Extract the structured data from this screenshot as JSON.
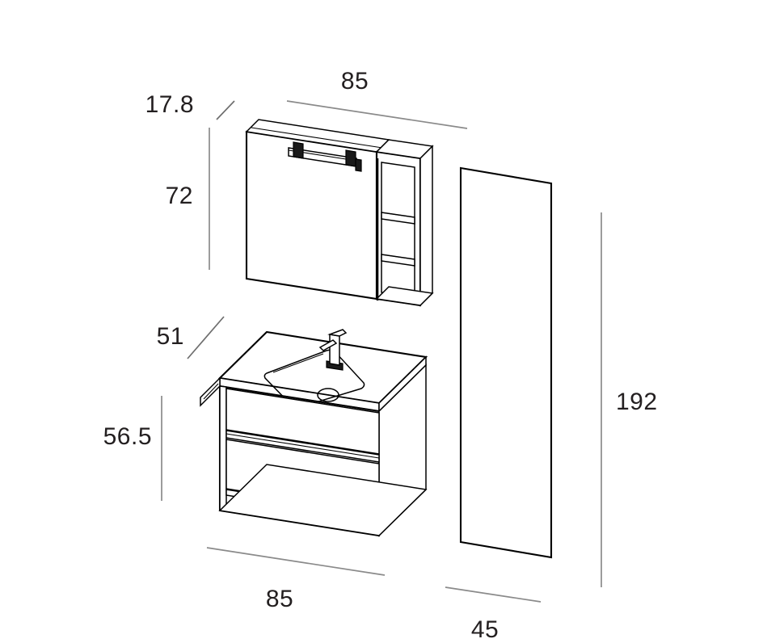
{
  "drawing": {
    "title": "Bathroom Furniture Set Dimension Drawing",
    "units": "cm",
    "projection": "oblique",
    "background_color": "#ffffff",
    "line_color": "#000000",
    "dimension_line_color": "#8a8a8a",
    "text_color": "#231f20"
  },
  "dimensions": {
    "mirror_cabinet_depth": "17.8",
    "mirror_cabinet_height": "72",
    "mirror_cabinet_width": "85",
    "vanity_depth": "51",
    "vanity_height": "56.5",
    "vanity_width": "85",
    "column_height": "192",
    "column_width": "45"
  },
  "components": {
    "mirror_cabinet": {
      "name": "Mirror cabinet with shelf unit",
      "features": [
        "mirror-door",
        "led-light-bar",
        "open-shelf-unit",
        "three-compartments"
      ]
    },
    "vanity_unit": {
      "name": "Wall-hung vanity unit with basin",
      "features": [
        "integrated-basin",
        "faucet",
        "drain",
        "upper-drawer",
        "lower-drawer",
        "recessed-handle"
      ]
    },
    "column_cabinet": {
      "name": "Tall column cabinet",
      "features": [
        "flat-door-front"
      ]
    }
  }
}
